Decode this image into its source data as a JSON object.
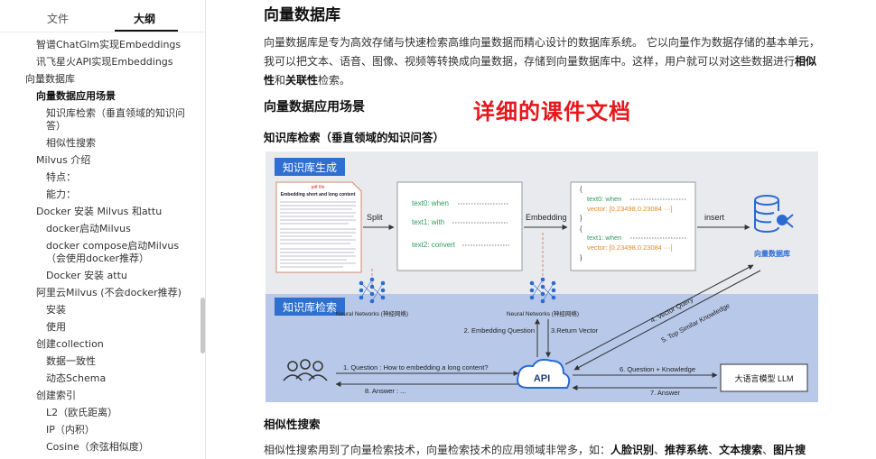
{
  "sidebar": {
    "tabs": [
      "文件",
      "大纲"
    ],
    "active_tab": "大纲",
    "items": [
      {
        "label": "智谱ChatGlm实现Embeddings",
        "level": 1,
        "active": false
      },
      {
        "label": "讯飞星火API实现Embeddings",
        "level": 1,
        "active": false
      },
      {
        "label": "向量数据库",
        "level": 0,
        "active": false
      },
      {
        "label": "向量数据应用场景",
        "level": 1,
        "active": true
      },
      {
        "label": "知识库检索（垂直领域的知识问答）",
        "level": 2,
        "active": false
      },
      {
        "label": "相似性搜索",
        "level": 2,
        "active": false
      },
      {
        "label": "Milvus 介绍",
        "level": 1,
        "active": false
      },
      {
        "label": "特点：",
        "level": 2,
        "active": false
      },
      {
        "label": "能力：",
        "level": 2,
        "active": false
      },
      {
        "label": "Docker 安装 Milvus 和attu",
        "level": 1,
        "active": false
      },
      {
        "label": "docker启动Milvus",
        "level": 2,
        "active": false
      },
      {
        "label": "docker compose启动Milvus（会使用docker推荐）",
        "level": 2,
        "active": false
      },
      {
        "label": "Docker 安装 attu",
        "level": 2,
        "active": false
      },
      {
        "label": "阿里云Milvus (不会docker推荐)",
        "level": 1,
        "active": false
      },
      {
        "label": "安装",
        "level": 2,
        "active": false
      },
      {
        "label": "使用",
        "level": 2,
        "active": false
      },
      {
        "label": "创建collection",
        "level": 1,
        "active": false
      },
      {
        "label": "数据一致性",
        "level": 2,
        "active": false
      },
      {
        "label": "动态Schema",
        "level": 2,
        "active": false
      },
      {
        "label": "创建索引",
        "level": 1,
        "active": false
      },
      {
        "label": "L2（欧氏距离）",
        "level": 2,
        "active": false
      },
      {
        "label": "IP（内积）",
        "level": 2,
        "active": false
      },
      {
        "label": "Cosine（余弦相似度）",
        "level": 2,
        "active": false
      }
    ]
  },
  "main": {
    "title": "向量数据库",
    "intro": {
      "p1": "向量数据库是专为高效存储与快速检索高维向量数据而精心设计的数据库系统。 它以向量作为数据存储的基本单元，我可以把文本、语音、图像、视频等转换成向量数据，存储到向量数据库中。这样，用户就可以对这些数据进行",
      "b1": "相似性",
      "p2": "和",
      "b2": "关联性",
      "p3": "检索。"
    },
    "section_title": "向量数据应用场景",
    "banner": "详细的课件文档",
    "subsection_1": "知识库检索（垂直领域的知识问答）",
    "subsection_2": "相似性搜索",
    "outro": {
      "p1": "相似性搜索用到了向量检索技术，向量检索技术的应用领域非常多，如：",
      "b1": "人脸识别",
      "s1": "、",
      "b2": "推荐系统",
      "s2": "、",
      "b3": "文本搜索",
      "s3": "、",
      "b4": "图片搜"
    }
  },
  "diagram": {
    "top_section": "知识库生成",
    "bottom_section": "知识库检索",
    "doc_tag": "pdf file",
    "doc_title": "Embedding short and long content",
    "split": "Split",
    "embedding": "Embedding",
    "insert": "insert",
    "chunks": [
      "text0: when",
      "text1: with",
      "text2: convert"
    ],
    "vectors": [
      {
        "text": "text0: when",
        "vector": "vector: [0.23498,0.23084 ···]"
      },
      {
        "text": "text1: when",
        "vector": "vector: [0.23498,0.23084 ···]"
      }
    ],
    "vector_db": "向量数据库",
    "nn_label": "Neural Networks (神经网络)",
    "api": "API",
    "llm": "大语言模型 LLM",
    "steps": [
      "1. Question : How to embedding a long content?",
      "2. Embedding Question",
      "3.Return Vector",
      "4. Vector Query",
      "5. Top Similar Knowledge",
      "6. Question + Knowledge",
      "7. Answer",
      "8. Answer : ..."
    ],
    "colors": {
      "top_bg": "#e9eaed",
      "bottom_bg": "#b7c8e9",
      "label_bg": "#2f6fd0",
      "accent_blue": "#2a6ad3",
      "chunk_green": "#2e9b5e",
      "vector_orange": "#e08a2a"
    }
  }
}
